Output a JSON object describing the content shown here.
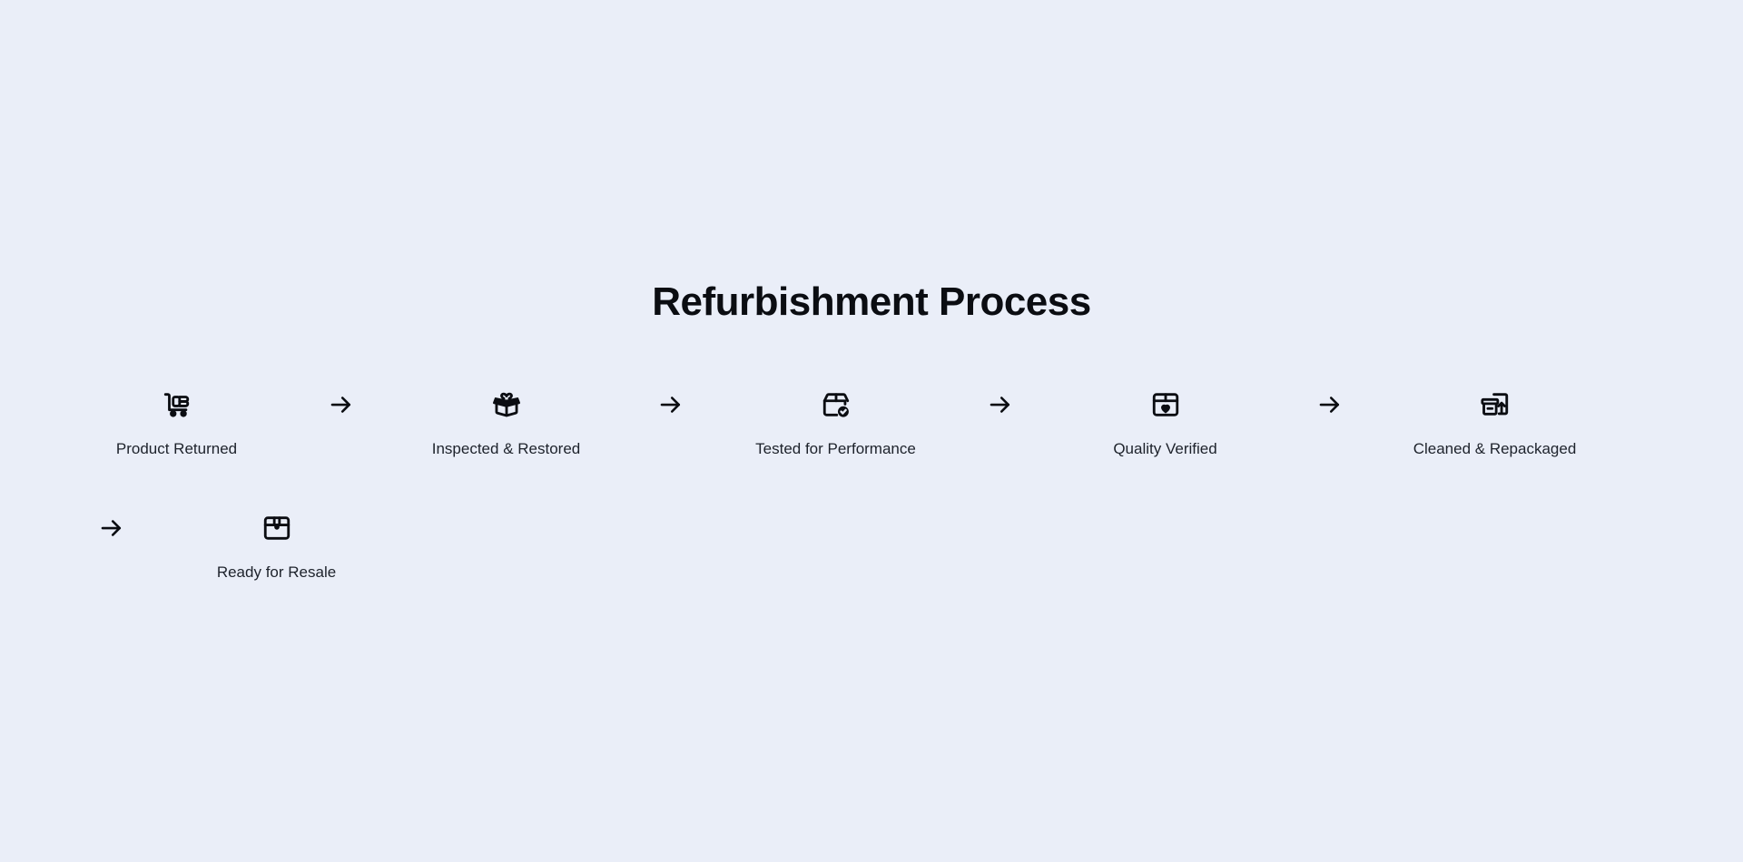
{
  "page": {
    "background_color": "#eaeef8",
    "text_color": "#1d222b",
    "icon_color": "#0b0d12",
    "title": "Refurbishment Process"
  },
  "flow": {
    "arrow_icon": "arrow-right-icon",
    "steps": [
      {
        "label": "Product Returned",
        "icon": "trolley-boxes-icon",
        "arrow_after": true
      },
      {
        "label": "Inspected & Restored",
        "icon": "package-open-icon",
        "arrow_after": true
      },
      {
        "label": "Tested for Performance",
        "icon": "package-check-icon",
        "arrow_after": true
      },
      {
        "label": "Quality Verified",
        "icon": "package-heart-icon",
        "arrow_after": true
      },
      {
        "label": "Cleaned & Repackaged",
        "icon": "archive-restore-icon",
        "arrow_after": true
      },
      {
        "label": "Ready for Resale",
        "icon": "package-icon",
        "arrow_after": false
      }
    ]
  }
}
